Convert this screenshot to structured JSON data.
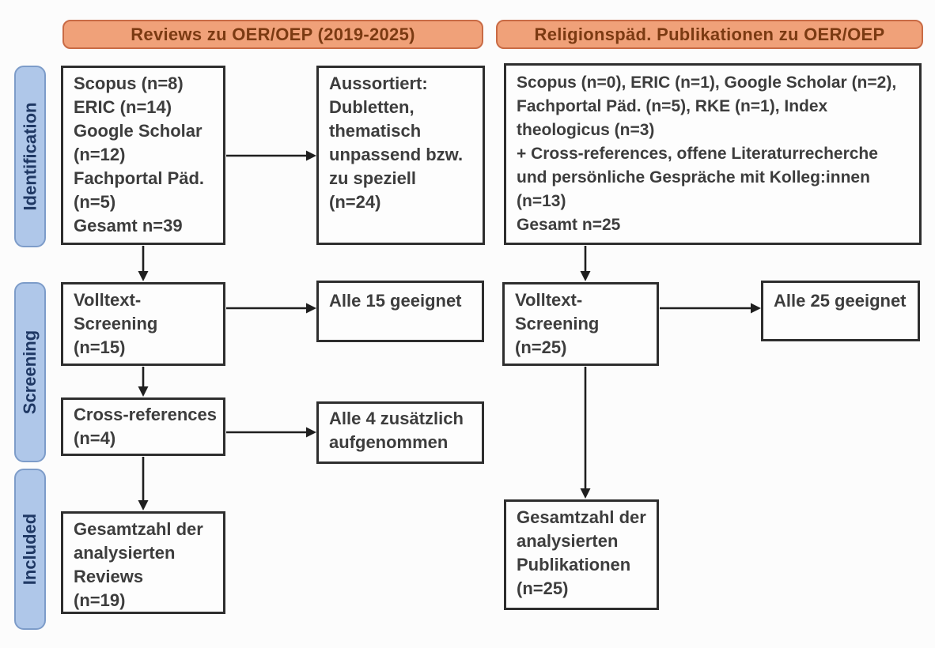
{
  "headers": {
    "left": "Reviews zu OER/OEP (2019-2025)",
    "right": "Religionspäd. Publikationen zu OER/OEP"
  },
  "stages": [
    {
      "label": "Identification"
    },
    {
      "label": "Screening"
    },
    {
      "label": "Included"
    }
  ],
  "nodes": {
    "left_sources": "Scopus (n=8)\nERIC (n=14)\nGoogle Scholar\n(n=12)\nFachportal Päd.\n(n=5)\nGesamt n=39",
    "left_excluded": "Aussortiert:\nDubletten,\nthematisch\nunpassend bzw.\nzu speziell\n(n=24)",
    "left_fulltext": "Volltext-\nScreening\n(n=15)",
    "left_fulltext_result": "Alle 15 geeignet",
    "left_crossref": "Cross-references\n(n=4)",
    "left_crossref_result": "Alle 4 zusätzlich\naufgenommen",
    "left_included": "Gesamtzahl der\nanalysierten\nReviews\n(n=19)",
    "right_sources": "Scopus (n=0), ERIC (n=1), Google Scholar (n=2),\nFachportal Päd. (n=5), RKE (n=1), Index\ntheologicus (n=3)\n+ Cross-references, offene Literaturrecherche\nund persönliche Gespräche mit Kolleg:innen\n(n=13)\nGesamt n=25",
    "right_fulltext": "Volltext-\nScreening\n(n=25)",
    "right_fulltext_result": "Alle 25 geeignet",
    "right_included": "Gesamtzahl der\nanalysierten\nPublikationen\n(n=25)"
  },
  "edges": [
    {
      "from": "left_sources",
      "to": "left_excluded"
    },
    {
      "from": "left_sources",
      "to": "left_fulltext"
    },
    {
      "from": "left_fulltext",
      "to": "left_fulltext_result"
    },
    {
      "from": "left_fulltext",
      "to": "left_crossref"
    },
    {
      "from": "left_crossref",
      "to": "left_crossref_result"
    },
    {
      "from": "left_crossref",
      "to": "left_included"
    },
    {
      "from": "right_sources",
      "to": "right_fulltext"
    },
    {
      "from": "right_fulltext",
      "to": "right_fulltext_result"
    },
    {
      "from": "right_fulltext",
      "to": "right_included"
    }
  ],
  "colors": {
    "header_fill": "#F0A179",
    "header_border": "#C96B45",
    "header_text": "#7B3A12",
    "stage_fill": "#AFC7E9",
    "stage_border": "#7D9CC9",
    "stage_text": "#1F3864",
    "box_border": "#2E2E2E",
    "box_text": "#3D3D3D",
    "arrow": "#1F1F1F",
    "bg": "#FCFCFC"
  }
}
